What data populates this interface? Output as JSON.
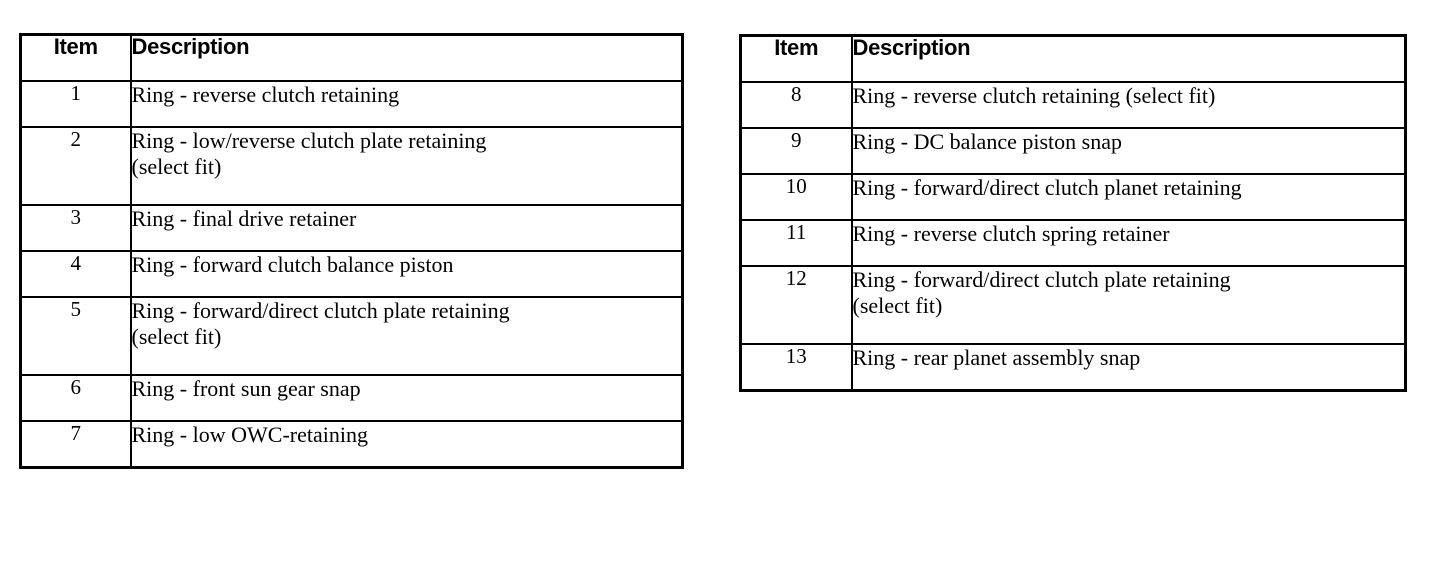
{
  "document": {
    "type": "parts-legend-table",
    "background_color": "#ffffff",
    "text_color": "#000000",
    "border_color": "#000000"
  },
  "tables": [
    {
      "id": "left",
      "columns": [
        "Item",
        "Description"
      ],
      "rows": [
        {
          "item": "1",
          "description": "Ring - reverse clutch retaining",
          "lines": 1
        },
        {
          "item": "2",
          "description": "Ring - low/reverse clutch plate retaining\n(select fit)",
          "lines": 2
        },
        {
          "item": "3",
          "description": "Ring - final drive retainer",
          "lines": 1
        },
        {
          "item": "4",
          "description": "Ring - forward clutch balance piston",
          "lines": 1
        },
        {
          "item": "5",
          "description": "Ring - forward/direct clutch plate retaining\n(select fit)",
          "lines": 2
        },
        {
          "item": "6",
          "description": "Ring - front sun gear snap",
          "lines": 1
        },
        {
          "item": "7",
          "description": "Ring - low OWC-retaining",
          "lines": 1
        }
      ]
    },
    {
      "id": "right",
      "columns": [
        "Item",
        "Description"
      ],
      "rows": [
        {
          "item": "8",
          "description": "Ring - reverse clutch retaining (select fit)",
          "lines": 1
        },
        {
          "item": "9",
          "description": "Ring - DC balance piston snap",
          "lines": 1
        },
        {
          "item": "10",
          "description": "Ring - forward/direct clutch planet retaining",
          "lines": 1
        },
        {
          "item": "11",
          "description": "Ring - reverse clutch spring retainer",
          "lines": 1
        },
        {
          "item": "12",
          "description": "Ring - forward/direct clutch plate retaining\n(select fit)",
          "lines": 2
        },
        {
          "item": "13",
          "description": "Ring - rear planet assembly snap",
          "lines": 1
        }
      ]
    }
  ]
}
